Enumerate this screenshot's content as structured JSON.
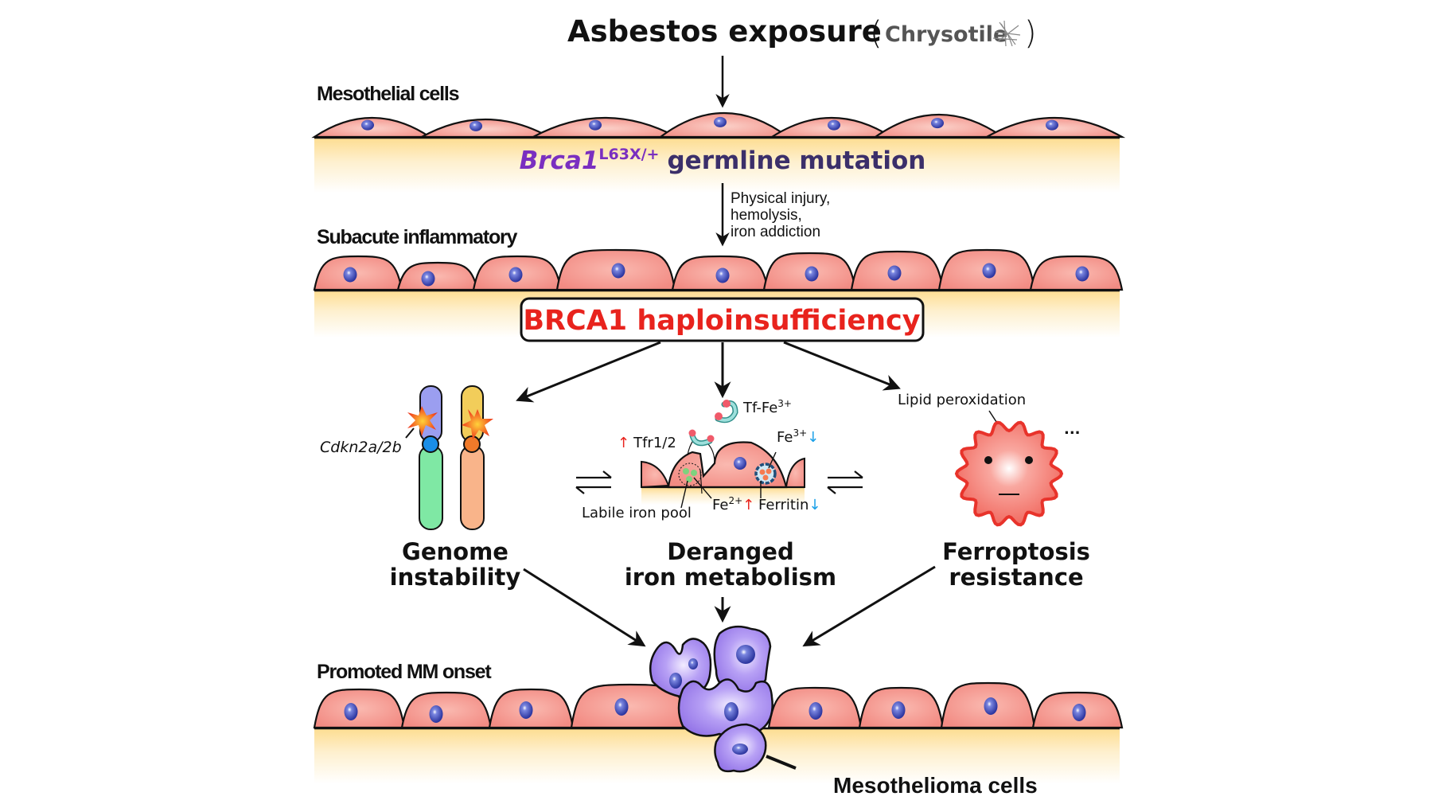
{
  "header": {
    "title": "Asbestos exposure",
    "qualifier": "Chrysotile",
    "qualifier_icon": "asbestos-fiber-icon"
  },
  "stages": [
    {
      "label": "Mesothelial cells",
      "caption_gene": "Brca1",
      "caption_sup": "L63X/+",
      "caption_rest": "germline mutation"
    },
    {
      "label": "Subacute inflammatory",
      "box_text": "BRCA1 haploinsufficiency"
    },
    {
      "label": "Promoted MM onset",
      "tumor_label": "Mesothelioma cells"
    }
  ],
  "transition": {
    "lines": [
      "Physical injury,",
      "hemolysis,",
      "iron addiction"
    ]
  },
  "branches": {
    "genome": {
      "title_lines": [
        "Genome",
        "instability"
      ],
      "gene_label": "Cdkn2a/2b"
    },
    "iron": {
      "title_lines": [
        "Deranged",
        "iron metabolism"
      ],
      "tf_label": "Tf-Fe",
      "tf_sup": "3+",
      "tfr_label": "Tfr1/2",
      "tfr_trend": "up",
      "fe3_label": "Fe",
      "fe3_sup": "3+",
      "fe3_trend": "down",
      "fe2_label": "Fe",
      "fe2_sup": "2+",
      "fe2_trend": "up",
      "lip_label": "Labile iron pool",
      "ferritin_label": "Ferritin",
      "ferritin_trend": "down"
    },
    "ferroptosis": {
      "title_lines": [
        "Ferroptosis",
        "resistance"
      ],
      "lipid_label": "Lipid peroxidation",
      "ellipsis": "..."
    }
  },
  "symbols": {
    "up_arrow": "↑",
    "down_arrow": "↓",
    "open_paren": "(",
    "close_paren": ")"
  },
  "colors": {
    "cell_fill": "#f4a39b",
    "cell_stroke": "#1a1a1a",
    "nucleus": "#3b47b0",
    "basement": "#fde7b0",
    "mutation_purple": "#7a2fc0",
    "haplo_red": "#e8231d",
    "tumor_purple": "#a98bf0",
    "up_red": "#e8231d",
    "down_blue": "#1aa0e8",
    "chrom_a_top": "#9b9ef0",
    "chrom_a_bottom": "#7fe8a4",
    "chrom_a_centromere": "#1a8ee8",
    "chrom_b_top": "#f2cd5a",
    "chrom_b_bottom": "#f9b48a",
    "chrom_b_centromere": "#f07a2a"
  }
}
